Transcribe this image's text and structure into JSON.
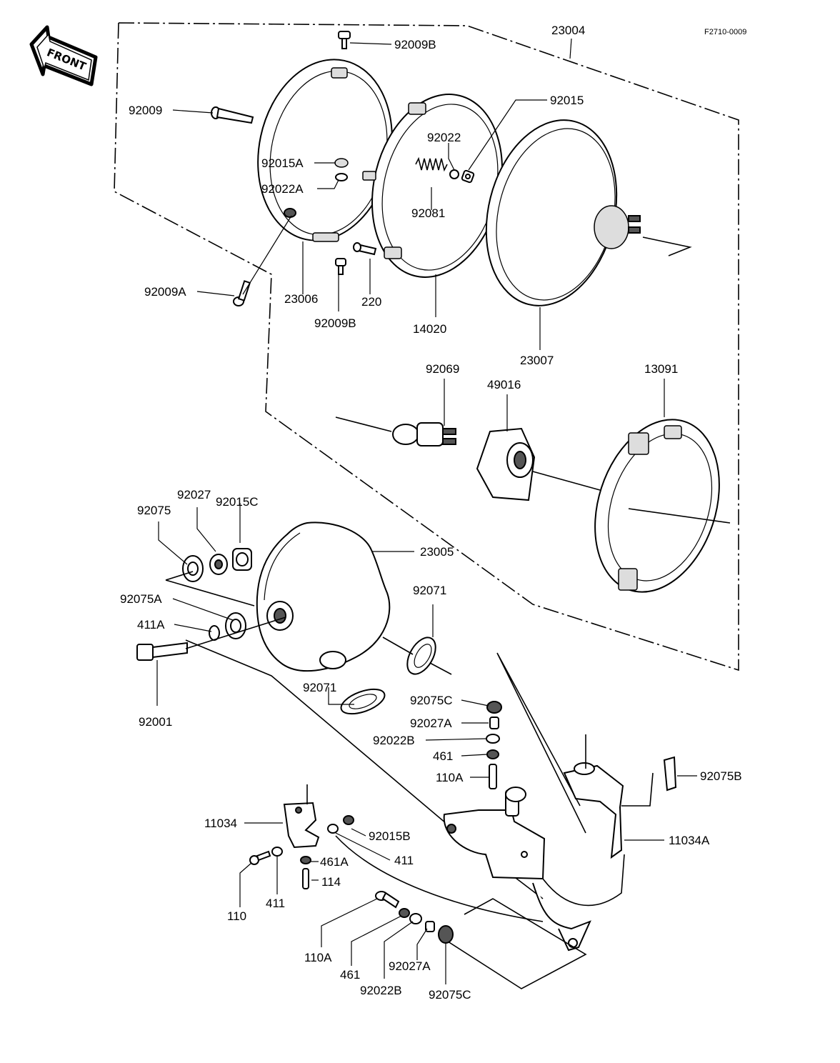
{
  "front_label": "FRONT",
  "drawing_code": "F2710-0009",
  "labels": {
    "p23004": "23004",
    "p92009B_top": "92009B",
    "p92009": "92009",
    "p92015": "92015",
    "p92022": "92022",
    "p92015A": "92015A",
    "p92022A": "92022A",
    "p92081": "92081",
    "p92009A": "92009A",
    "p23006": "23006",
    "p92009B_bot": "92009B",
    "p220": "220",
    "p14020": "14020",
    "p23007": "23007",
    "p92069": "92069",
    "p49016": "49016",
    "p13091": "13091",
    "p92027": "92027",
    "p92015C": "92015C",
    "p92075": "92075",
    "p23005": "23005",
    "p92075A": "92075A",
    "p411A": "411A",
    "p92071_r": "92071",
    "p92001": "92001",
    "p92071_l": "92071",
    "p92075C_top": "92075C",
    "p92027A_top": "92027A",
    "p92022B_top": "92022B",
    "p461_top": "461",
    "p110A_top": "110A",
    "p92075B": "92075B",
    "p11034": "11034",
    "p92015B": "92015B",
    "p411_r": "411",
    "p11034A": "11034A",
    "p461A": "461A",
    "p114": "114",
    "p110": "110",
    "p411_l": "411",
    "p110A_bot": "110A",
    "p461_bot": "461",
    "p92027A_bot": "92027A",
    "p92022B_bot": "92022B",
    "p92075C_bot": "92075C"
  }
}
